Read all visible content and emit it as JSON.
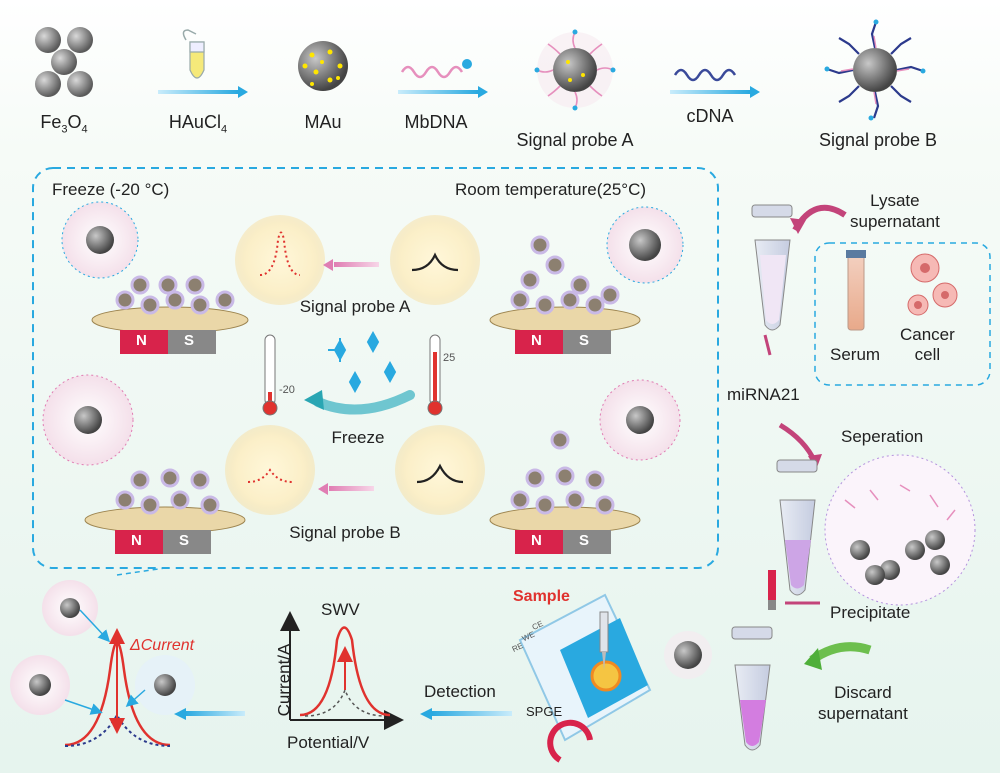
{
  "steps": {
    "fe3o4": "Fe",
    "fe3o4_sub1": "3",
    "fe3o4_o": "O",
    "fe3o4_sub2": "4",
    "haucl": "HAuCl",
    "haucl_sub": "4",
    "mau": "MAu",
    "mbdna": "MbDNA",
    "probe_a": "Signal probe A",
    "cdna": "cDNA",
    "probe_b": "Signal probe B"
  },
  "panel": {
    "freeze_title": "Freeze (-20 °C)",
    "room_title": "Room temperature(25°C)",
    "probe_a_label": "Signal probe A",
    "probe_b_label": "Signal probe B",
    "freeze_label": "Freeze",
    "thermo_cold": "-20",
    "thermo_warm": "25",
    "magnet_n": "N",
    "magnet_s": "S"
  },
  "right": {
    "lysate": "Lysate\nsupernatant",
    "serum": "Serum",
    "cancer": "Cancer\ncell",
    "mirna": "miRNA21",
    "separation": "Seperation",
    "precipitate": "Precipitate",
    "discard": "Discard\nsupernatant"
  },
  "bottom": {
    "sample": "Sample",
    "electrodes": [
      "CE",
      "WE",
      "RE"
    ],
    "spge": "SPGE",
    "detection": "Detection",
    "swv": "SWV",
    "ylabel": "Current/A",
    "xlabel": "Potential/V",
    "delta_current": "ΔCurrent"
  },
  "colors": {
    "accent_blue": "#29a9e0",
    "red": "#e0322e",
    "pink": "#e99ac2",
    "green": "#6dbf4e",
    "magnet_red": "#d8234b",
    "magnet_gray": "#888888"
  }
}
